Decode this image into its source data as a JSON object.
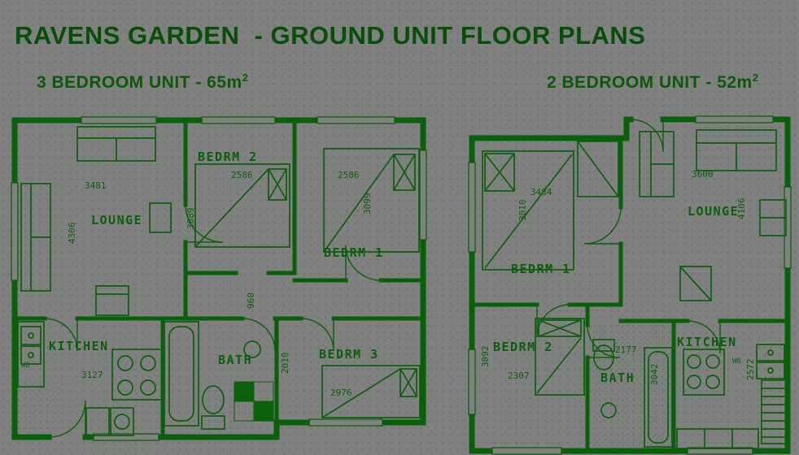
{
  "title": "RAVENS GARDEN  - GROUND UNIT FLOOR PLANS",
  "colors": {
    "background": "#808080",
    "ink": "#0a5f0a",
    "title": "#064f06"
  },
  "units": {
    "left": {
      "name": "3 BEDROOM UNIT - 65m",
      "area_sup": "2",
      "rooms": {
        "lounge": "LOUNGE",
        "bedrm2": "BEDRM 2",
        "bedrm1": "BEDRM 1",
        "kitchen": "KITCHEN",
        "bath": "BATH",
        "bedrm3": "BEDRM 3"
      },
      "dims": {
        "lounge_w": "3481",
        "lounge_h": "4306",
        "bedrm2_w": "2586",
        "bedrm2_h": "3089",
        "bedrm1_w": "2586",
        "bedrm1_h": "3099",
        "hall_w": "960",
        "kitchen_w": "3127",
        "bedrm3_d": "2010",
        "bedrm3_w": "2976",
        "sink": "W8"
      }
    },
    "right": {
      "name": "2 BEDROOM UNIT - 52m",
      "area_sup": "2",
      "rooms": {
        "bedrm1": "BEDRM 1",
        "lounge": "LOUNGE",
        "bedrm2": "BEDRM 2",
        "bath": "BATH",
        "kitchen": "KITCHEN"
      },
      "dims": {
        "bedrm1_w": "3484",
        "bedrm1_h": "3010",
        "lounge_w": "3600",
        "lounge_h": "4106",
        "bedrm2_h": "3092",
        "bedrm2_w": "2307",
        "bath_w": "2177",
        "bath_h": "3042",
        "kitchen_h": "2572",
        "sink": "W6"
      }
    }
  }
}
